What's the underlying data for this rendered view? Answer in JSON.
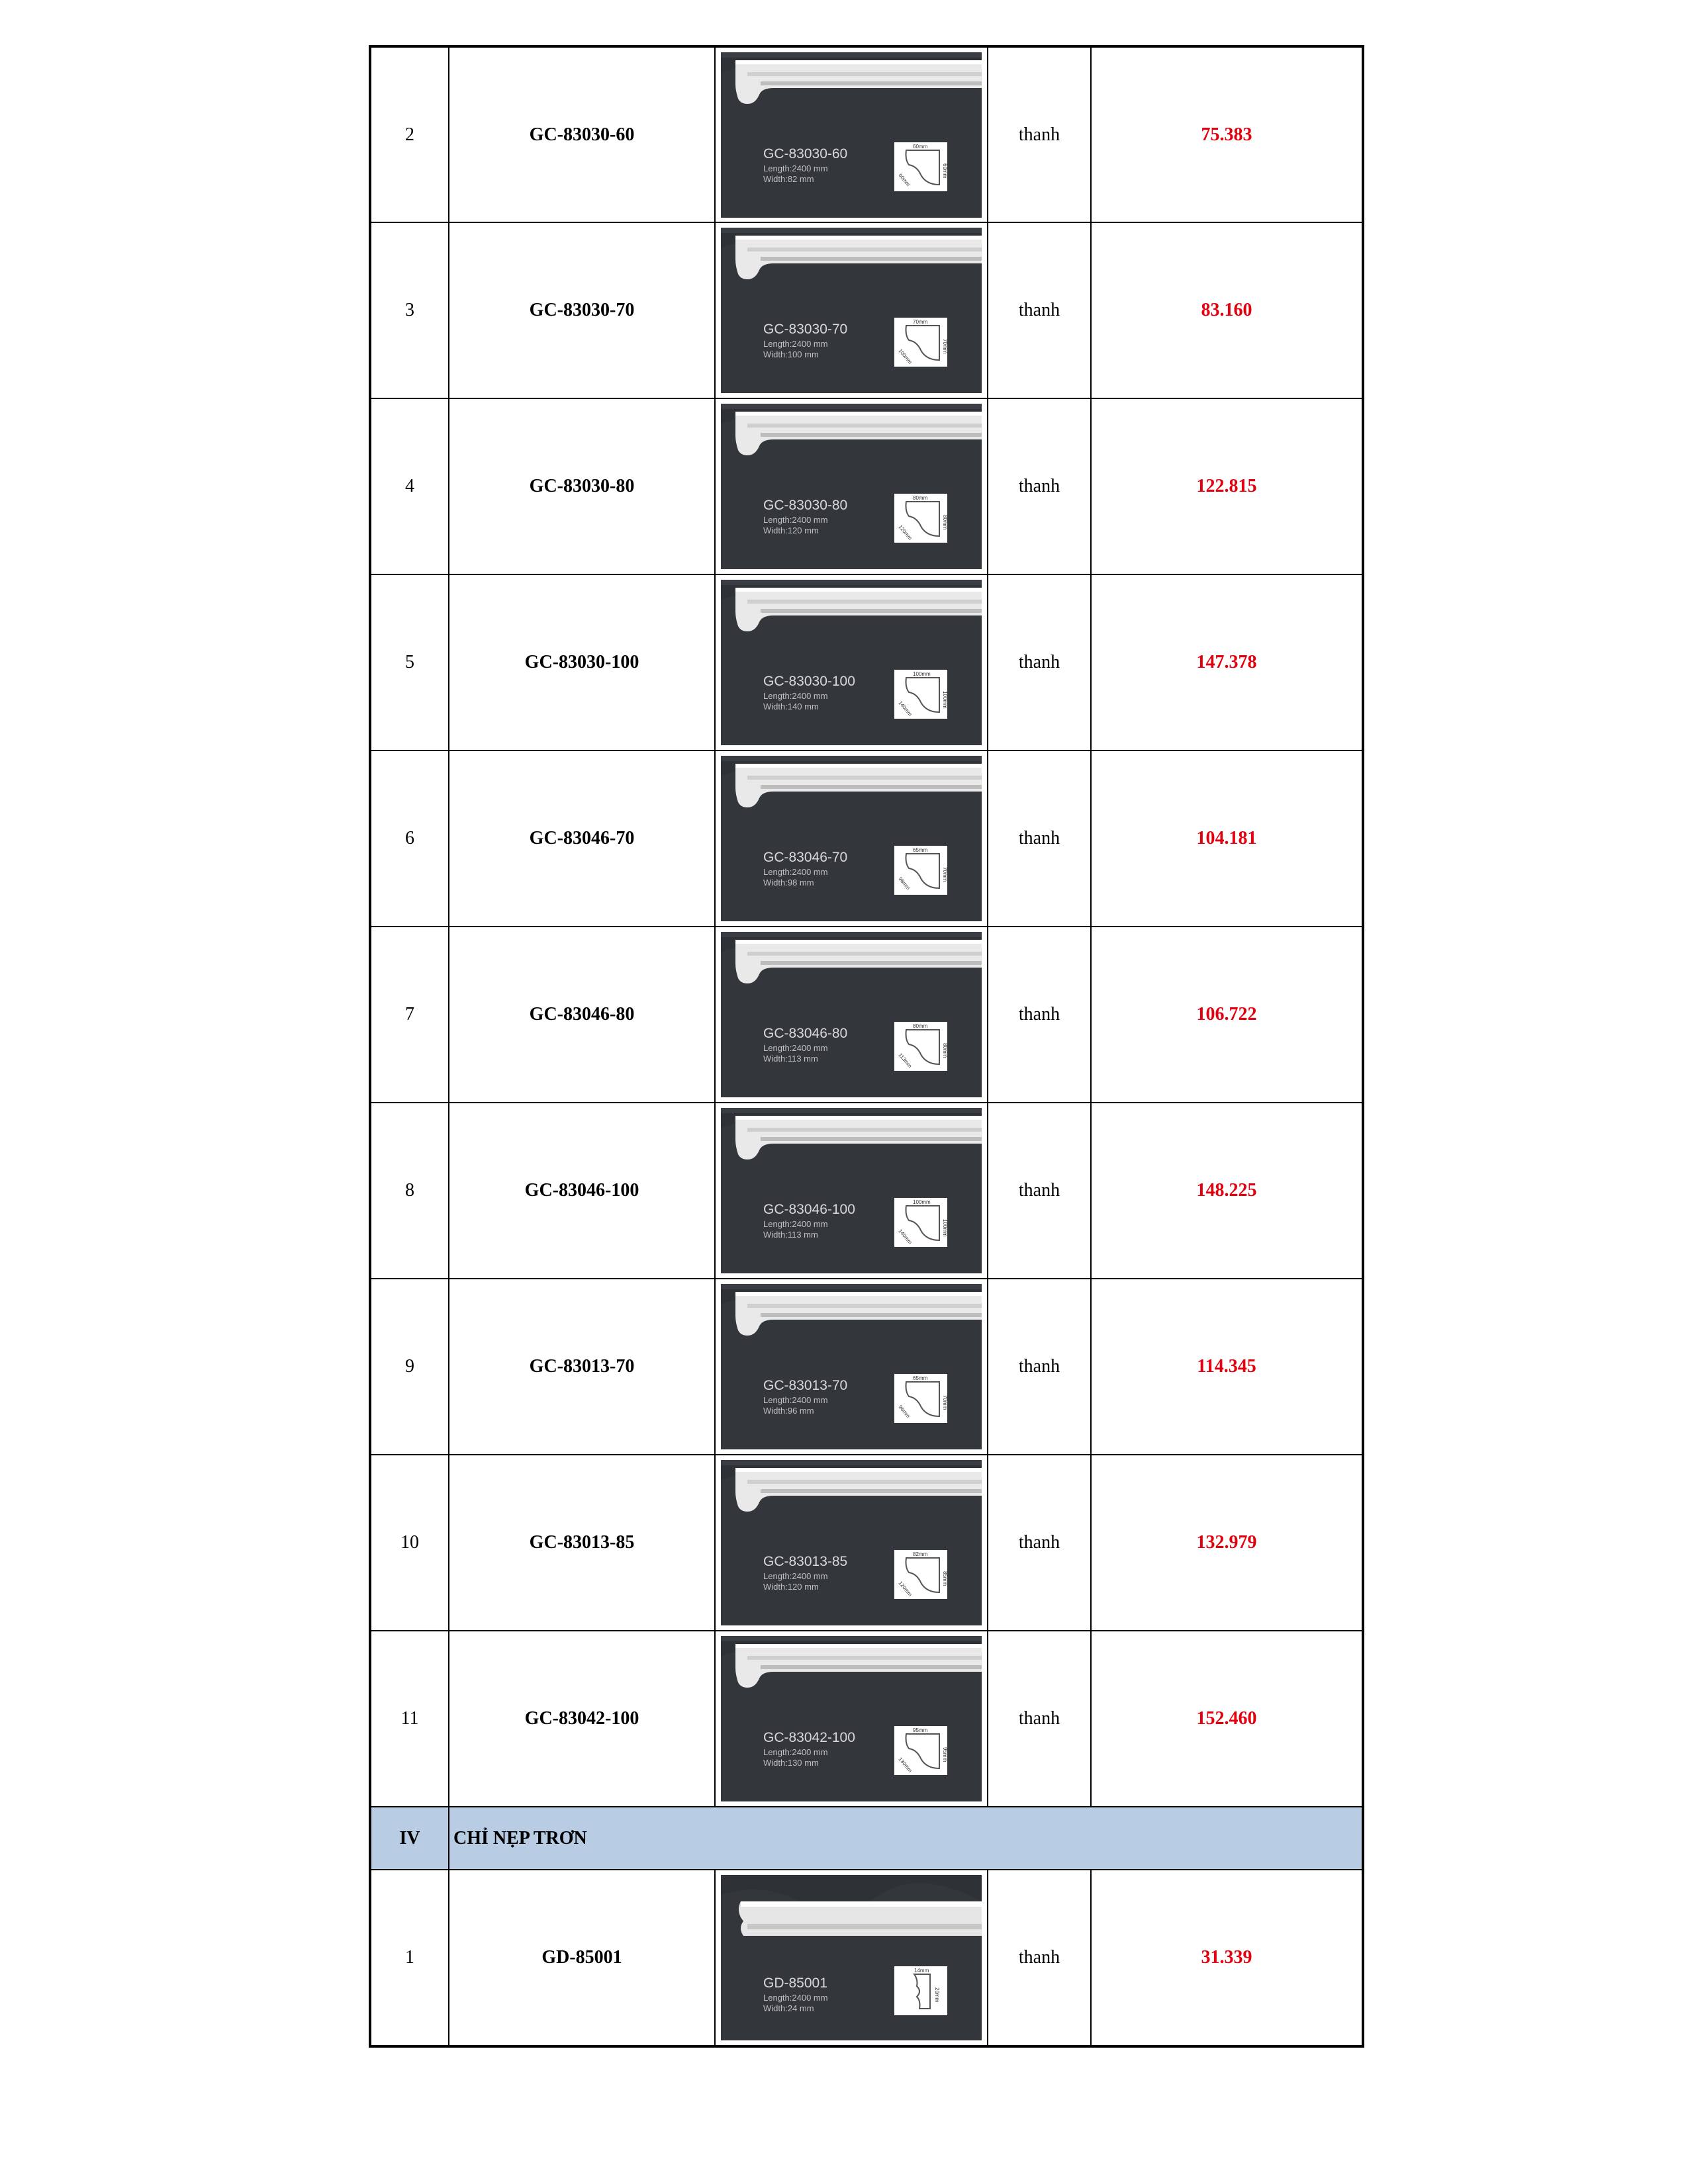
{
  "rows": [
    {
      "stt": "2",
      "code": "GC-83030-60",
      "img_code": "GC-83030-60",
      "img_length": "Length:2400 mm",
      "img_width": "Width:82 mm",
      "dim_top": "60mm",
      "dim_side": "60mm",
      "dim_diag": "60mm",
      "unit": "thanh",
      "price": "75.383"
    },
    {
      "stt": "3",
      "code": "GC-83030-70",
      "img_code": "GC-83030-70",
      "img_length": "Length:2400 mm",
      "img_width": "Width:100 mm",
      "dim_top": "70mm",
      "dim_side": "70mm",
      "dim_diag": "100mm",
      "unit": "thanh",
      "price": "83.160"
    },
    {
      "stt": "4",
      "code": "GC-83030-80",
      "img_code": "GC-83030-80",
      "img_length": "Length:2400 mm",
      "img_width": "Width:120 mm",
      "dim_top": "80mm",
      "dim_side": "80mm",
      "dim_diag": "120mm",
      "unit": "thanh",
      "price": "122.815"
    },
    {
      "stt": "5",
      "code": "GC-83030-100",
      "img_code": "GC-83030-100",
      "img_length": "Length:2400 mm",
      "img_width": "Width:140 mm",
      "dim_top": "100mm",
      "dim_side": "100mm",
      "dim_diag": "140mm",
      "unit": "thanh",
      "price": "147.378"
    },
    {
      "stt": "6",
      "code": "GC-83046-70",
      "img_code": "GC-83046-70",
      "img_length": "Length:2400 mm",
      "img_width": "Width:98 mm",
      "dim_top": "65mm",
      "dim_side": "70mm",
      "dim_diag": "98mm",
      "unit": "thanh",
      "price": "104.181"
    },
    {
      "stt": "7",
      "code": "GC-83046-80",
      "img_code": "GC-83046-80",
      "img_length": "Length:2400 mm",
      "img_width": "Width:113 mm",
      "dim_top": "80mm",
      "dim_side": "80mm",
      "dim_diag": "113mm",
      "unit": "thanh",
      "price": "106.722"
    },
    {
      "stt": "8",
      "code": "GC-83046-100",
      "img_code": "GC-83046-100",
      "img_length": "Length:2400 mm",
      "img_width": "Width:113 mm",
      "dim_top": "100mm",
      "dim_side": "100mm",
      "dim_diag": "140mm",
      "unit": "thanh",
      "price": "148.225"
    },
    {
      "stt": "9",
      "code": "GC-83013-70",
      "img_code": "GC-83013-70",
      "img_length": "Length:2400 mm",
      "img_width": "Width:96 mm",
      "dim_top": "65mm",
      "dim_side": "70mm",
      "dim_diag": "96mm",
      "unit": "thanh",
      "price": "114.345"
    },
    {
      "stt": "10",
      "code": "GC-83013-85",
      "img_code": "GC-83013-85",
      "img_length": "Length:2400 mm",
      "img_width": "Width:120 mm",
      "dim_top": "82mm",
      "dim_side": "85mm",
      "dim_diag": "120mm",
      "unit": "thanh",
      "price": "132.979"
    },
    {
      "stt": "11",
      "code": "GC-83042-100",
      "img_code": "GC-83042-100",
      "img_length": "Length:2400 mm",
      "img_width": "Width:130 mm",
      "dim_top": "95mm",
      "dim_side": "95mm",
      "dim_diag": "130mm",
      "unit": "thanh",
      "price": "152.460"
    }
  ],
  "section": {
    "number": "IV",
    "title": "CHỈ NẸP TRƠN"
  },
  "section_rows": [
    {
      "stt": "1",
      "code": "GD-85001",
      "img_code": "GD-85001",
      "img_length": "Length:2400 mm",
      "img_width": "Width:24 mm",
      "dim_top": "14mm",
      "dim_side": "20mm",
      "dim_diag": "",
      "unit": "thanh",
      "price": "31.339"
    }
  ],
  "colors": {
    "price": "#e3000f",
    "section_band": "#b8cce4",
    "image_bg": "#2e3136"
  }
}
